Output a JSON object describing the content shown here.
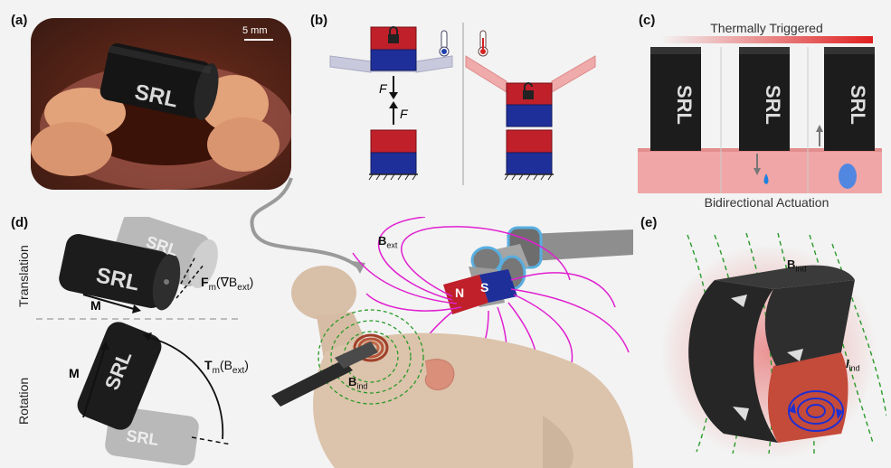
{
  "panels": {
    "a": {
      "label": "(a)",
      "scale_bar": "5 mm",
      "device_logo": "SRL"
    },
    "b": {
      "label": "(b)",
      "force_label_top": "F",
      "force_label_bottom": "F"
    },
    "c": {
      "label": "(c)",
      "title": "Thermally Triggered",
      "caption": "Bidirectional Actuation",
      "device_logo": "SRL"
    },
    "d": {
      "label": "(d)",
      "translation_label": "Translation",
      "rotation_label": "Rotation",
      "moment_label_top": "M",
      "moment_label_bottom": "M",
      "force_label": "F",
      "force_sub": "m",
      "force_arg": "(∇B",
      "force_arg_sub": "ext",
      "force_close": ")",
      "torque_label": "T",
      "torque_sub": "m",
      "torque_arg": "(B",
      "torque_arg_sub": "ext",
      "torque_close": ")",
      "device_logo": "SRL"
    },
    "center": {
      "b_ext": "B",
      "b_ext_sub": "ext",
      "b_ind": "B",
      "b_ind_sub": "ind",
      "magnet_n": "N",
      "magnet_s": "S"
    },
    "e": {
      "label": "(e)",
      "b_ind": "B",
      "b_ind_sub": "ind",
      "i_ind": "I",
      "i_ind_sub": "ind"
    }
  },
  "colors": {
    "magnet_red": "#c0202a",
    "magnet_blue": "#1f2f9a",
    "field_magenta": "#e020d0",
    "field_green": "#2a9a2a",
    "thermal_red": "#e02020",
    "tissue_pink": "#f0a6a6"
  }
}
